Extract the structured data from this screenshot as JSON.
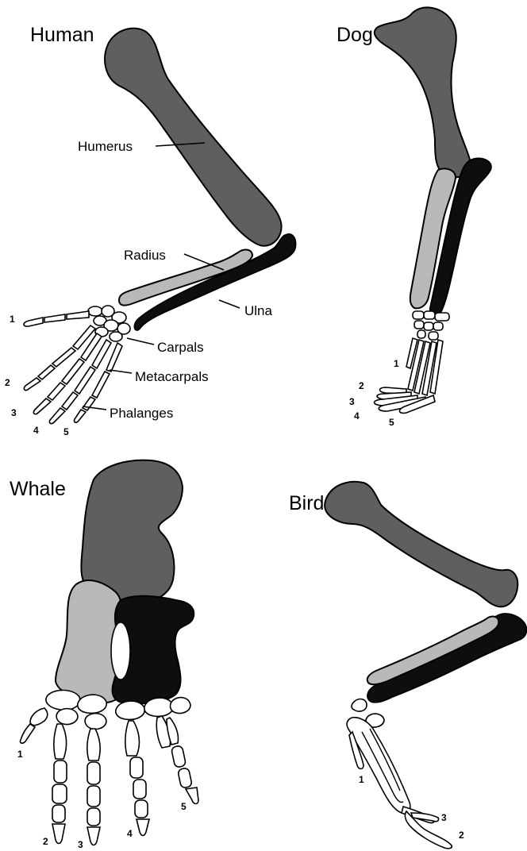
{
  "panels": {
    "human": {
      "title": "Human",
      "labels": {
        "humerus": "Humerus",
        "radius": "Radius",
        "ulna": "Ulna",
        "carpals": "Carpals",
        "metacarpals": "Metacarpals",
        "phalanges": "Phalanges"
      },
      "digits": [
        "1",
        "2",
        "3",
        "4",
        "5"
      ]
    },
    "dog": {
      "title": "Dog",
      "digits": [
        "1",
        "2",
        "3",
        "4",
        "5"
      ]
    },
    "whale": {
      "title": "Whale",
      "digits": [
        "1",
        "2",
        "3",
        "4",
        "5"
      ]
    },
    "bird": {
      "title": "Bird",
      "digits": [
        "1",
        "2",
        "3"
      ]
    }
  },
  "colors": {
    "humerus": "#5f5f5f",
    "radius": "#b9b9b9",
    "ulna": "#0e0e0e",
    "hand_bones": "#ffffff"
  }
}
